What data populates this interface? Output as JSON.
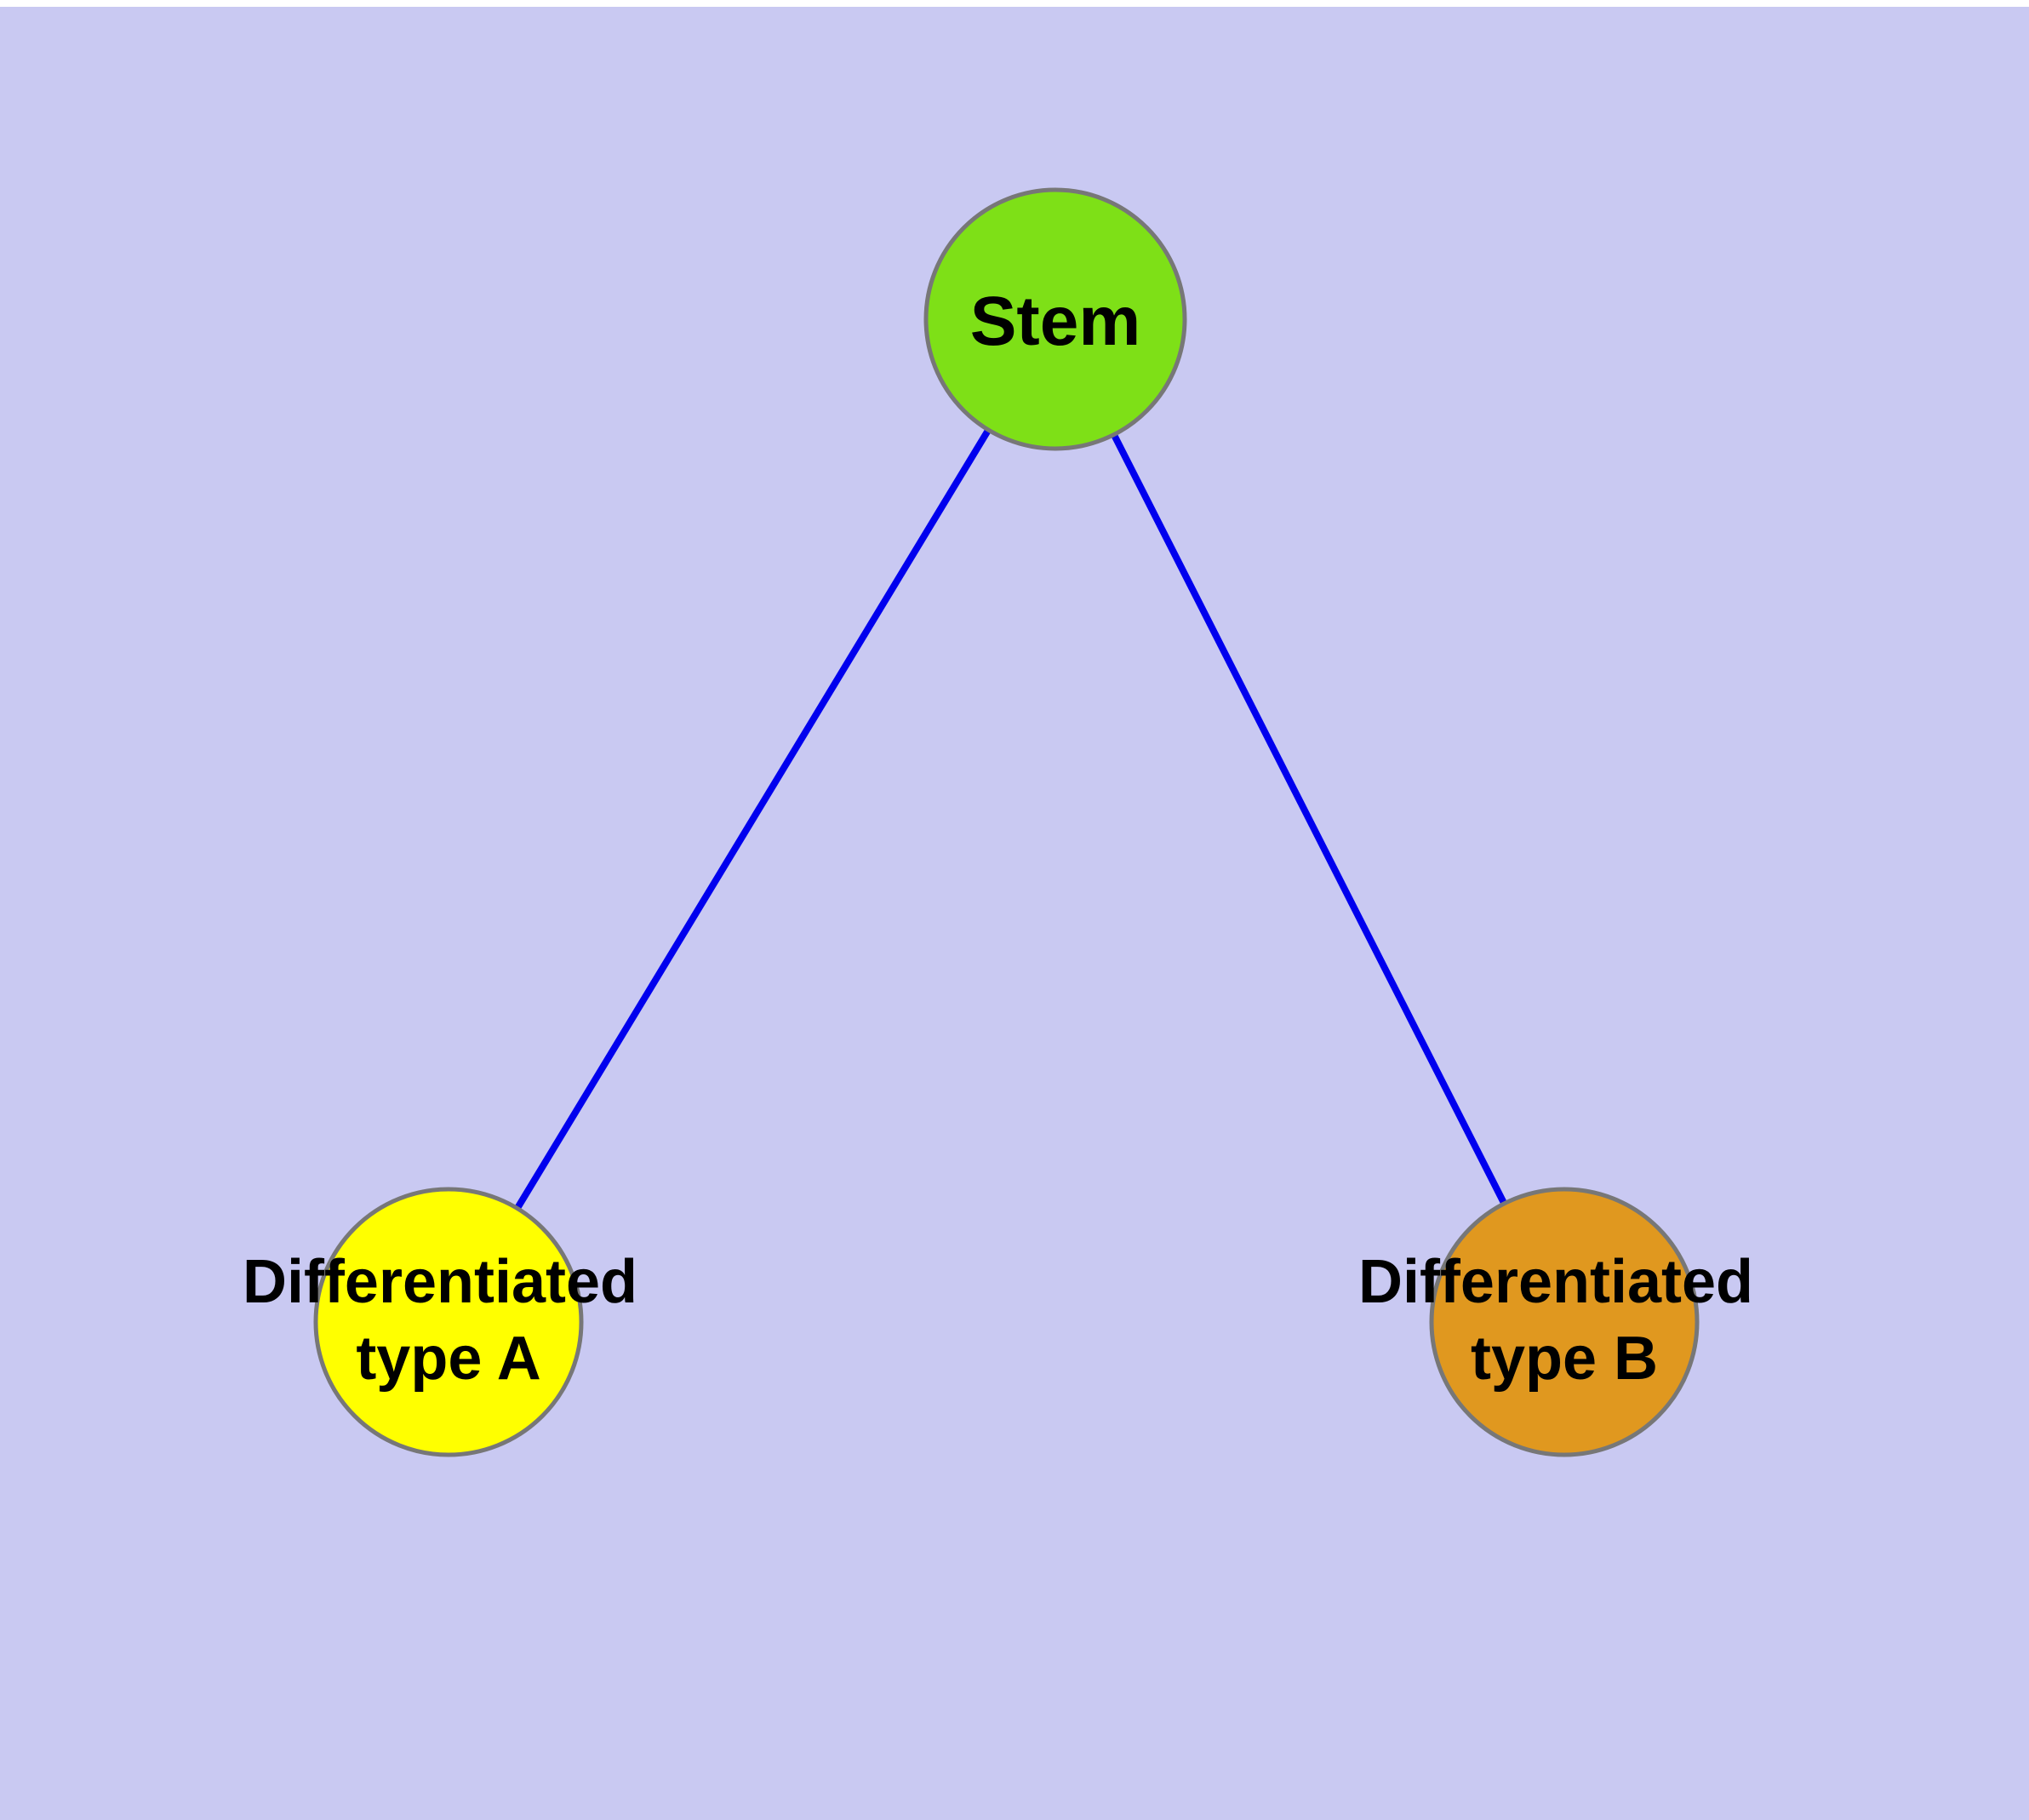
{
  "diagram": {
    "title": "",
    "background_color": "#c9c9f2",
    "edge_color": "#0000ee",
    "node_stroke_color": "#777777",
    "nodes": {
      "stem": {
        "label": "Stem",
        "color": "#7ee017"
      },
      "type_a": {
        "label_line1": "Differentiated",
        "label_line2": "type A",
        "color": "#ffff00"
      },
      "type_b": {
        "label_line1": "Differentiated",
        "label_line2": "type B",
        "color": "#e0981f"
      }
    },
    "edges": [
      {
        "from": "Stem",
        "to": "Differentiated type A"
      },
      {
        "from": "Stem",
        "to": "Differentiated type B"
      }
    ]
  }
}
